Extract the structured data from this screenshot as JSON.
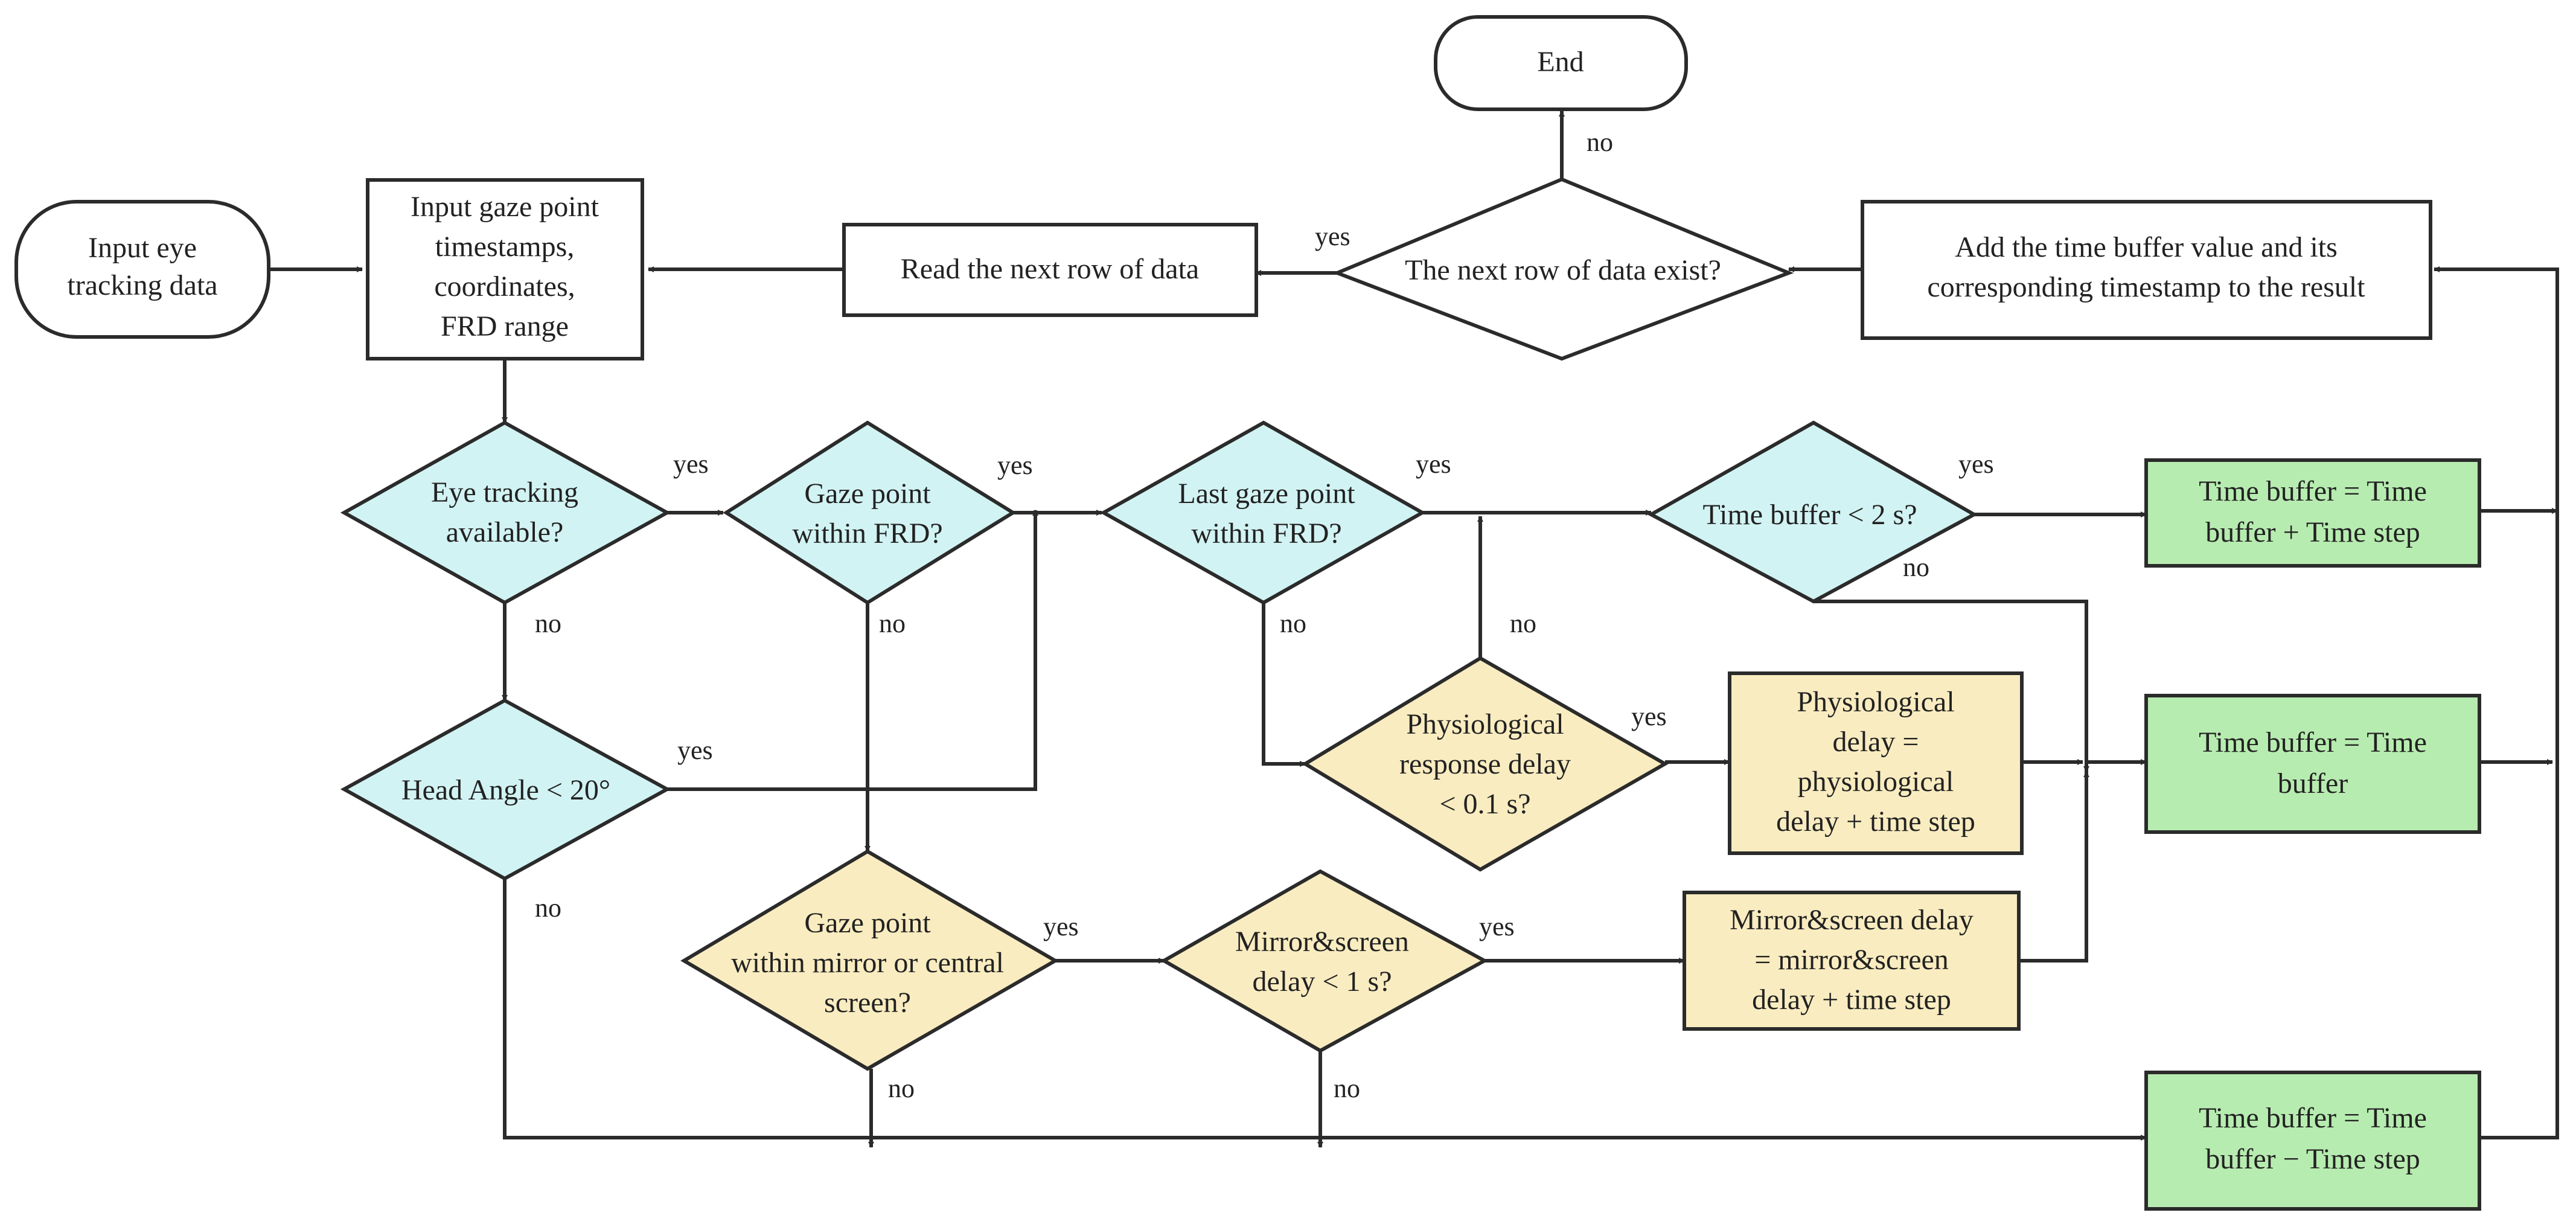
{
  "colors": {
    "decision_fill": "#d2f3f3",
    "delay_fill": "#f9ecc0",
    "result_fill": "#b7ecb0",
    "default_fill": "#ffffff",
    "stroke": "#2b2b2b",
    "text": "#222222"
  },
  "nodes": {
    "start": {
      "lines": [
        "Input eye",
        "tracking data"
      ]
    },
    "end": {
      "lines": [
        "End"
      ]
    },
    "input_gaze": {
      "lines": [
        "Input gaze point",
        "timestamps,",
        "coordinates,",
        "FRD range"
      ]
    },
    "read_next": {
      "lines": [
        "Read the next row of data"
      ]
    },
    "next_exist": {
      "lines": [
        "The next row of data exist?"
      ]
    },
    "add_buffer": {
      "lines": [
        "Add the time buffer value and its",
        "corresponding timestamp to the result"
      ]
    },
    "eye_tracking": {
      "lines": [
        "Eye tracking",
        "available?"
      ]
    },
    "gaze_frd": {
      "lines": [
        "Gaze point",
        "within FRD?"
      ]
    },
    "last_gaze": {
      "lines": [
        "Last gaze point",
        "within FRD?"
      ]
    },
    "buffer_lt2": {
      "lines": [
        "Time buffer < 2 s?"
      ]
    },
    "buffer_plus": {
      "lines": [
        "Time buffer = Time",
        "buffer + Time step"
      ]
    },
    "head_angle": {
      "lines": [
        "Head Angle < 20°"
      ]
    },
    "physio_q": {
      "lines": [
        "Physiological",
        "response delay",
        "< 0.1 s?"
      ]
    },
    "physio_delay": {
      "lines": [
        "Physiological",
        "delay =",
        "physiological",
        "delay + time step"
      ]
    },
    "buffer_same": {
      "lines": [
        "Time buffer = Time",
        "buffer"
      ]
    },
    "gaze_mirror": {
      "lines": [
        "Gaze point",
        "within  mirror or central",
        "screen?"
      ]
    },
    "mirror_q": {
      "lines": [
        "Mirror&screen",
        "delay < 1 s?"
      ]
    },
    "mirror_delay": {
      "lines": [
        "Mirror&screen delay",
        "= mirror&screen",
        "delay + time step"
      ]
    },
    "buffer_minus": {
      "lines": [
        "Time buffer = Time",
        "buffer − Time step"
      ]
    }
  },
  "edge_labels": {
    "next_no": "no",
    "next_yes": "yes",
    "eye_yes": "yes",
    "eye_no": "no",
    "gaze_yes": "yes",
    "gaze_no": "no",
    "last_yes": "yes",
    "last_no": "no",
    "buffer_yes": "yes",
    "buffer_no": "no",
    "head_yes": "yes",
    "head_no": "no",
    "physio_yes": "yes",
    "physio_no": "no",
    "mirror_gaze_yes": "yes",
    "mirror_gaze_no": "no",
    "mirror_yes": "yes",
    "mirror_no": "no"
  }
}
